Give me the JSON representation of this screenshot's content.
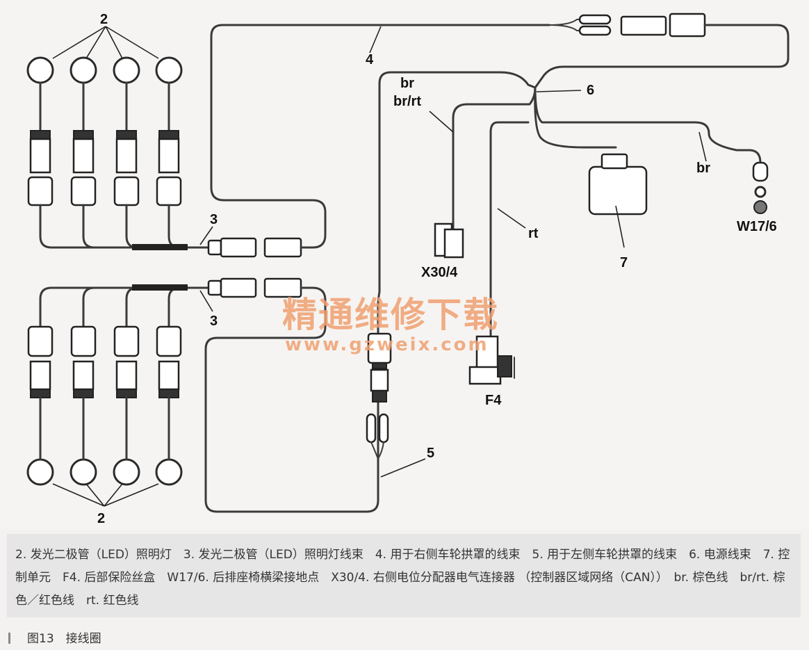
{
  "labels": {
    "led_top": "2",
    "led_bottom": "2",
    "harness_led_top": "3",
    "harness_led_bottom": "3",
    "harness_right": "4",
    "harness_left": "5",
    "harness_power": "6",
    "control_unit": "7",
    "wire_br_1": "br",
    "wire_brrt": "br/rt",
    "wire_br_2": "br",
    "wire_rt": "rt",
    "x30": "X30/4",
    "f4": "F4",
    "w17": "W17/6"
  },
  "watermark": {
    "line1": "精通维修下载",
    "line2": "www.gzweix.com"
  },
  "caption": "2. 发光二极管（LED）照明灯　3. 发光二极管（LED）照明灯线束　4. 用于右侧车轮拱罩的线束　5. 用于左侧车轮拱罩的线束　6. 电源线束　7. 控制单元　F4. 后部保险丝盒　W17/6. 后排座椅横梁接地点　X30/4. 右侧电位分配器电气连接器 （控制器区域网络（CAN））　br. 棕色线　br/rt. 棕色／红色线　rt. 红色线",
  "figure_title": "图13　接线圈"
}
